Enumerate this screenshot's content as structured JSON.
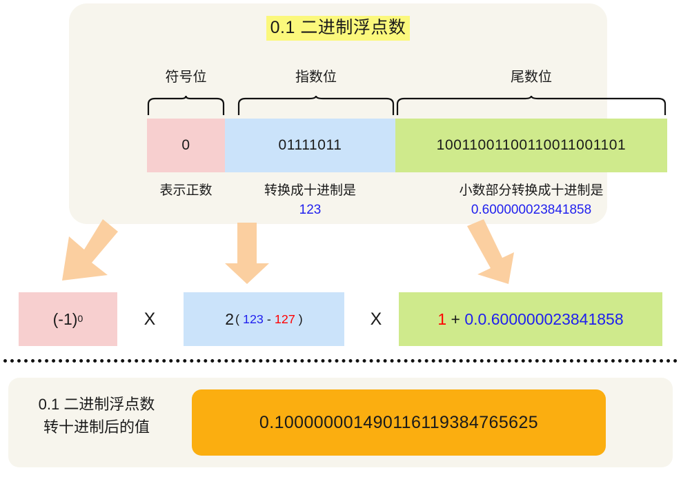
{
  "title": "0.1 二进制浮点数",
  "colors": {
    "sign_field": "#f7cfcf",
    "exponent_field": "#cbe3fa",
    "mantissa_field": "#cfea8c",
    "highlight": "#fbf87c",
    "result": "#fbae10",
    "arrow": "#fbcfa0",
    "blue_text": "#1f1fee",
    "red_text": "#ff0000",
    "card_bg": "#f7f5ed"
  },
  "fields": {
    "sign": {
      "caption": "符号位",
      "bits": "0",
      "explain": "表示正数"
    },
    "exponent": {
      "caption": "指数位",
      "bits": "01111011",
      "explain_line1": "转换成十进制是",
      "explain_line2": "123"
    },
    "mantissa": {
      "caption": "尾数位",
      "bits": "10011001100110011001101",
      "explain_line1": "小数部分转换成十进制是",
      "explain_line2": "0.600000023841858"
    }
  },
  "formula": {
    "sign_term_base": "(-1)",
    "sign_term_exp": "0",
    "times_1": "X",
    "exponent_base": "2",
    "exponent_paren_open": "(",
    "exponent_value": "123",
    "exponent_minus": "-",
    "exponent_bias": "127",
    "exponent_paren_close": ")",
    "times_2": "X",
    "mantissa_leading": "1",
    "mantissa_plus": "+",
    "mantissa_fraction": "0.0.600000023841858"
  },
  "result": {
    "label": "0.1 二进制浮点数\n转十进制后的值",
    "value": "0.100000001490116119384765625"
  }
}
